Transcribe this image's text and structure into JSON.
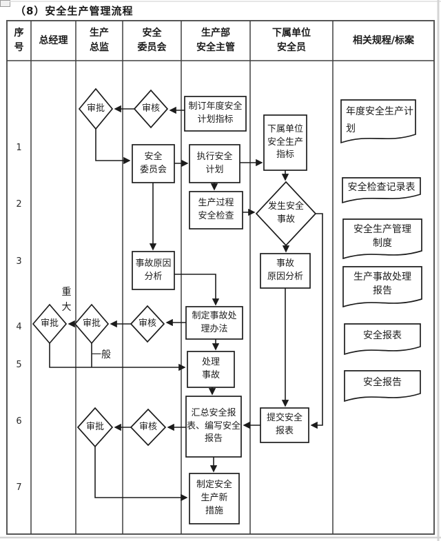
{
  "title": "（8）安全生产管理流程",
  "table": {
    "headers": [
      "序\n号",
      "总经理",
      "生产\n总监",
      "安全\n委员会",
      "生产部\n安全主管",
      "下属单位\n安全员",
      "相关规程/标案"
    ],
    "row_numbers": [
      "1",
      "2",
      "3",
      "4",
      "5",
      "6",
      "7"
    ]
  },
  "nodes": {
    "approve_r1": "审批",
    "review_r1": "审核",
    "plan_targets": "制订年度安全\n计划指标",
    "sub_targets": "下属单位\n安全生产\n指标",
    "committee": "安全\n委员会",
    "execute_plan": "执行安全\n计划",
    "process_check": "生产过程\n安全检查",
    "accident_occur": "发生安全\n事故",
    "cause_analysis_committee": "事故原因\n分析",
    "cause_analysis_sub": "事故\n原因分析",
    "approve_gm": "审批",
    "approve_pd": "审批",
    "review_r4": "审核",
    "handling_measures": "制定事故处\n理办法",
    "handle_accident": "处理\n事故",
    "approve_r6": "审批",
    "review_r6": "审核",
    "summary_report": "汇总安全报\n表、编写安全\n报告",
    "submit_report": "提交安全\n报表",
    "new_measures": "制定安全\n生产新\n措施"
  },
  "branch_labels": {
    "major": "重大",
    "general": "一般"
  },
  "documents": [
    "年度安全生产计\n划",
    "安全检查记录表",
    "安全生产管理\n制度",
    "生产事故处理\n报告",
    "安全报表",
    "安全报告"
  ],
  "colors": {
    "line": "#2b2b2b",
    "grid": "#3f3f3f",
    "background": "#ffffff"
  }
}
